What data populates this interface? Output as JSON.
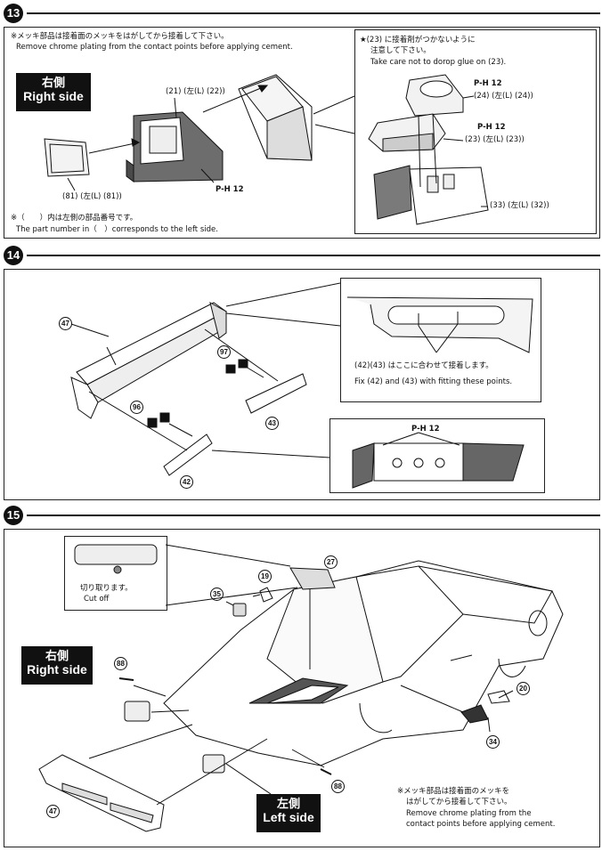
{
  "step13": {
    "number": "13",
    "note_jp": "※メッキ部品は接着面のメッキをはがしてから接着して下さい。",
    "note_en": "Remove chrome plating from the contact points before applying cement.",
    "side_jp": "右側",
    "side_en": "Right side",
    "part21": "(21) (左(L) (22))",
    "part81": "(81) (左(L) (81))",
    "paint": "P-H 12",
    "foot_jp": "※（　　）内は左側の部品番号です。",
    "foot_en": "The part number in（　）corresponds to the left side.",
    "inset_jp1": "★(23) に接着剤がつかないように",
    "inset_jp2": "注意して下さい。",
    "inset_en": "Take care not to dorop glue on (23).",
    "part24": "(24) (左(L) (24))",
    "part23": "(23) (左(L) (23))",
    "part33": "(33) (左(L) (32))",
    "paint2": "P-H 12",
    "paint3": "P-H 12"
  },
  "step14": {
    "number": "14",
    "p47": "47",
    "p97": "97",
    "p96": "96",
    "p43": "43",
    "p42": "42",
    "inset_jp": "(42)(43) はここに合わせて接着します。",
    "inset_en": "Fix (42) and (43) with fitting these points.",
    "paint": "P-H 12"
  },
  "step15": {
    "number": "15",
    "cut_jp": "切り取ります。",
    "cut_en": "Cut off",
    "p27": "27",
    "p19": "19",
    "p35": "35",
    "p88a": "88",
    "p88b": "88",
    "p20": "20",
    "p34": "34",
    "p47": "47",
    "right_jp": "右側",
    "right_en": "Right side",
    "left_jp": "左側",
    "left_en": "Left side",
    "note_jp1": "※メッキ部品は接着面のメッキを",
    "note_jp2": "はがしてから接着して下さい。",
    "note_en1": "Remove chrome plating from the",
    "note_en2": "contact points before applying cement."
  }
}
